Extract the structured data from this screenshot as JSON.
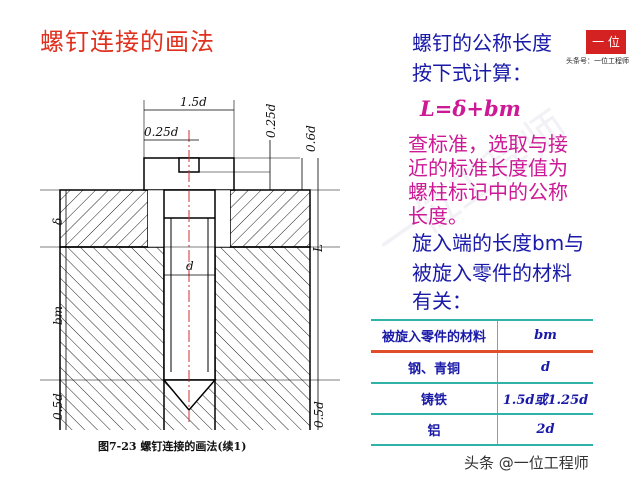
{
  "title": "螺钉连接的画法",
  "watermark": "一位工程师",
  "logo": {
    "mark": "一 位",
    "sub": "头条号：一位工程师"
  },
  "right": {
    "line1": "螺钉的公称长度",
    "line2": "按下式计算：",
    "formula": "L=δ+bm",
    "note1": "查标准，选取与接",
    "note2": "近的标准长度值为",
    "note3": "螺柱标记中的公称",
    "note4": "长度。",
    "line3": "旋入端的长度bm与",
    "line4": "被旋入零件的材料",
    "line5": "有关："
  },
  "table": {
    "header": [
      "被旋入零件的材料",
      "bm"
    ],
    "rows": [
      [
        "钢、青铜",
        "d"
      ],
      [
        "铸铁",
        "1.5d或1.25d"
      ],
      [
        "铝",
        "2d"
      ]
    ]
  },
  "drawing": {
    "dim_top": "1.5d",
    "dim_head": "0.25d",
    "dim_right_head": "0.25d",
    "dim_slot": "0.6d",
    "dim_delta": "δ",
    "dim_bm": "bm",
    "dim_bottom_left": "0.5d",
    "dim_L": "L",
    "dim_bottom_right": "0.5d",
    "dim_d": "d"
  },
  "caption": "图7-23   螺钉连接的画法(续1)",
  "footer": "头条 @一位工程师"
}
